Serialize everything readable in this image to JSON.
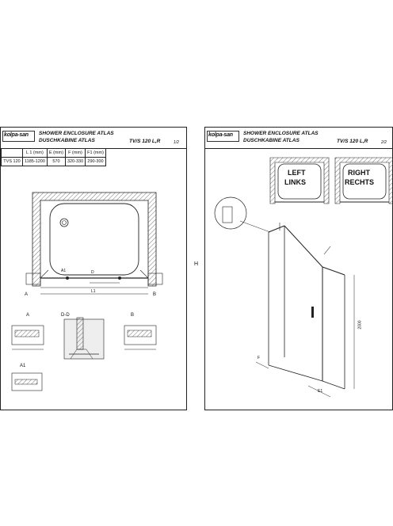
{
  "brand": "kolpa-san",
  "title_en": "SHOWER ENCLOSURE ATLAS",
  "title_de": "DUSCHKABINE  ATLAS",
  "model": "TV/S 120 L,R",
  "sheet1": {
    "page": "1/2",
    "table": {
      "headers": [
        "",
        "L 1 (mm)",
        "E (mm)",
        "F (mm)",
        "F1 (mm)"
      ],
      "row": [
        "TVS 120",
        "1185-1200",
        "570",
        "320-330",
        "290-300"
      ]
    },
    "labels": {
      "corner_a": "A",
      "corner_b": "B",
      "a1": "A1",
      "d": "D",
      "l1": "L1",
      "detail_a": "A",
      "detail_dd": "D-D",
      "detail_b": "B",
      "detail_a1": "A1"
    }
  },
  "sheet2": {
    "page": "2/2",
    "left_en": "LEFT",
    "left_de": "LINKS",
    "right_en": "RIGHT",
    "right_de": "RECHTS",
    "height": "2000",
    "dim_f": "F",
    "dim_e": "E1"
  },
  "mid_mark": "H"
}
